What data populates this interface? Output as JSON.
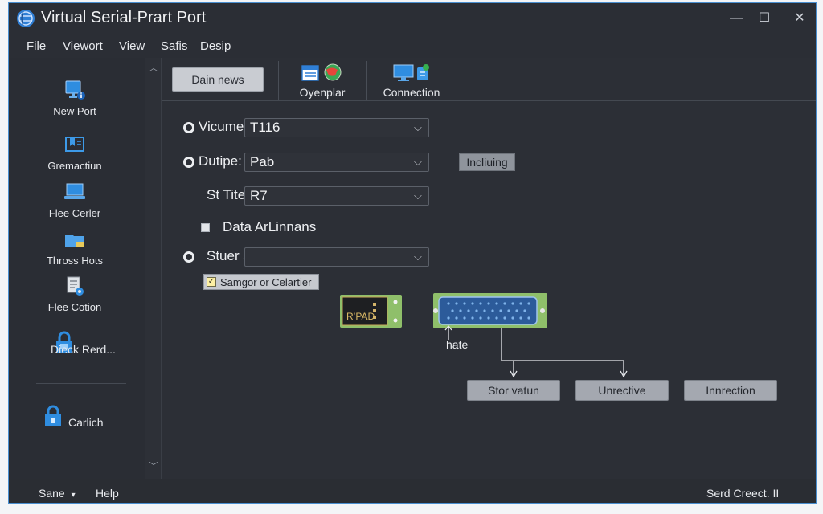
{
  "window": {
    "title": "Virtual Serial-Prart Port",
    "controls": [
      "minimize",
      "maximize",
      "close"
    ]
  },
  "menu": {
    "items": [
      "File",
      "Viewort",
      "View",
      "Safis",
      "Desip"
    ]
  },
  "sidebar": {
    "items": [
      {
        "label": "New Port",
        "icon": "monitor-info-icon"
      },
      {
        "label": "Gremactiun",
        "icon": "bookmark-window-icon"
      },
      {
        "label": "Flee Cerler",
        "icon": "laptop-icon"
      },
      {
        "label": "Thross Hots",
        "icon": "folder-icon"
      },
      {
        "label": "Flee Cotion",
        "icon": "document-gear-icon"
      },
      {
        "label": "Dieck Rerd...",
        "icon": "lock-monitor-icon"
      },
      {
        "label": "Carlich",
        "icon": "padlock-icon"
      }
    ]
  },
  "toolbar": {
    "button_label": "Dain news",
    "tabs": [
      {
        "label": "Oyenplar",
        "icon": "calendar-globe-icon"
      },
      {
        "label": "Connection",
        "icon": "monitor-share-icon"
      }
    ]
  },
  "form": {
    "fields": [
      {
        "label": "Vicume",
        "value": "T116",
        "control": "radio"
      },
      {
        "label": "Dutipe:",
        "value": "Pab",
        "control": "radio"
      },
      {
        "label": "St Tite:",
        "value": "R7",
        "control": "none"
      },
      {
        "label": "Stuer scrier",
        "value": "",
        "control": "radio"
      }
    ],
    "checkbox_label": "Data ArLinnans",
    "tag_button": "Incliuing",
    "check_chip": "Samgor or Celartier"
  },
  "diagram": {
    "chip_text": "R’PAD",
    "hint_label": "hate",
    "buttons": [
      "Stor vatun",
      "Unrectivе",
      "Innrection"
    ]
  },
  "status": {
    "left": "Sane",
    "help": "Help",
    "right": "Serd Creect. II"
  },
  "colors": {
    "window_bg": "#2c2f36",
    "accent": "#4a8fd0",
    "button_bg": "#a4a8b0",
    "board_green": "#8fbf6a",
    "connector_blue": "#2c5b9a"
  }
}
